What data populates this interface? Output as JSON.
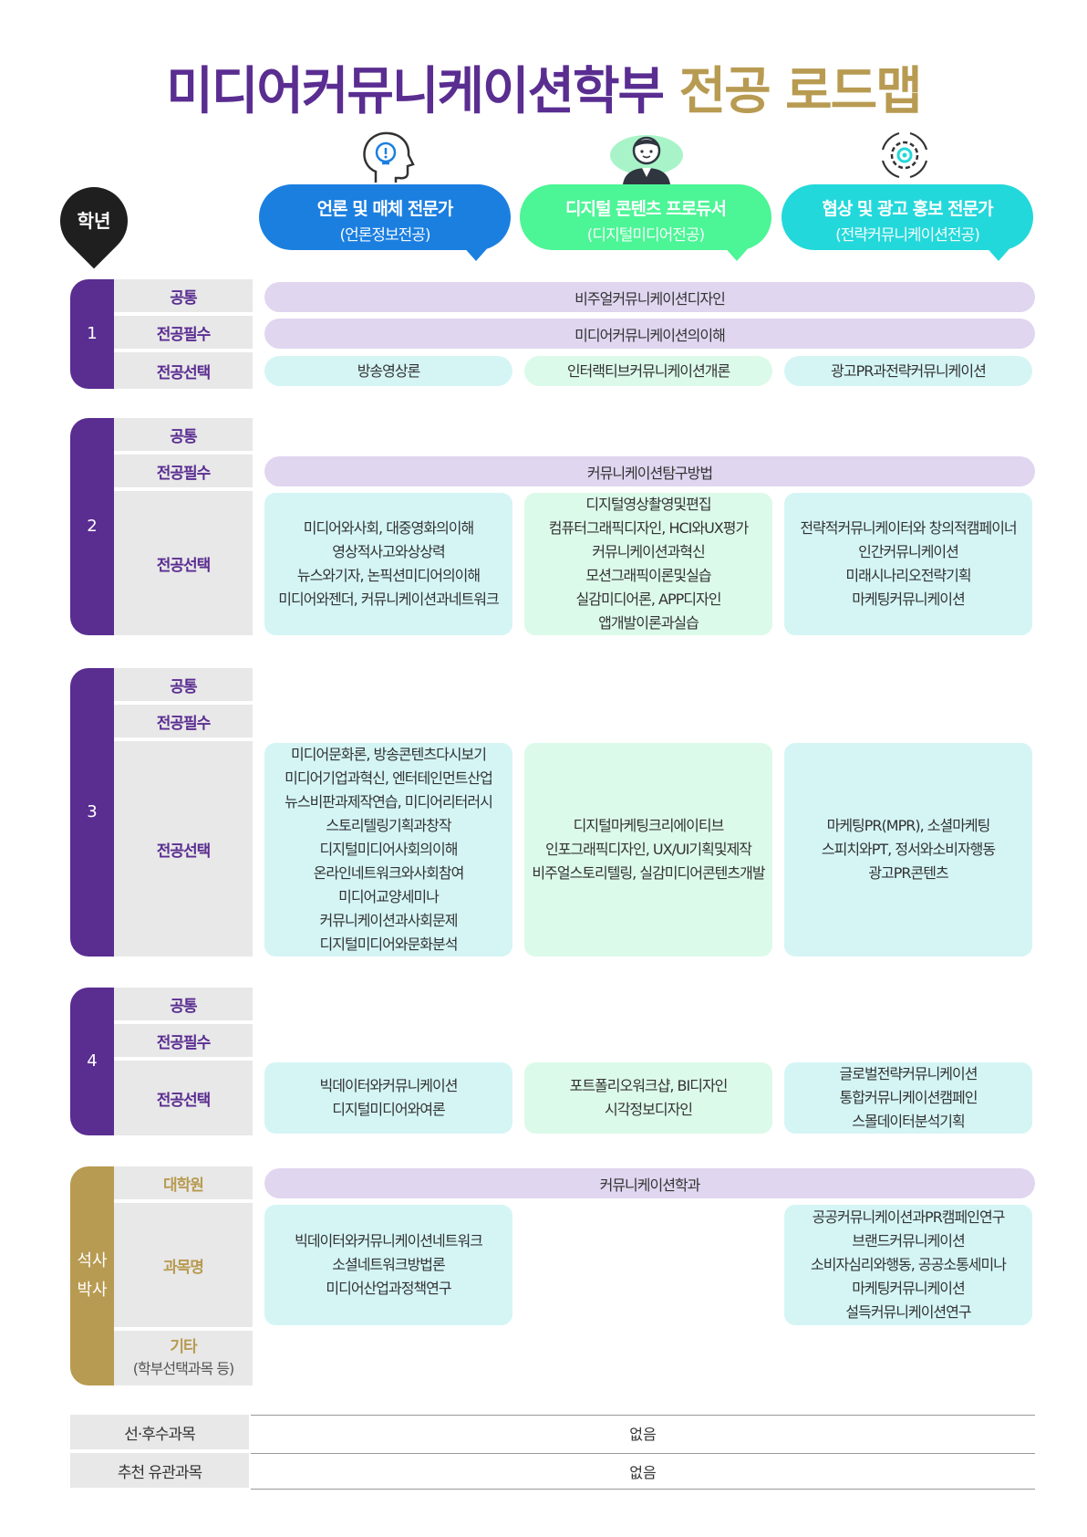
{
  "title": {
    "part1": "미디어커뮤니케이션학부",
    "part2": "전공 로드맵"
  },
  "header": {
    "grade_label": "학년",
    "tracks": [
      {
        "title": "언론 및 매체 전문가",
        "subtitle": "(언론정보전공)",
        "icon": "head-lightbulb-icon",
        "color": "#1b7fe0"
      },
      {
        "title": "디지털 콘텐츠 프로듀서",
        "subtitle": "(디지털미디어전공)",
        "icon": "person-icon",
        "color": "#4cf596"
      },
      {
        "title": "협상 및 광고 홍보 전문가",
        "subtitle": "(전략커뮤니케이션전공)",
        "icon": "gear-icon",
        "color": "#23d8da"
      }
    ]
  },
  "labels": {
    "common": "공통",
    "required": "전공필수",
    "elective": "전공선택"
  },
  "year1": {
    "number": "1",
    "common": "비주얼커뮤니케이션디자인",
    "required": "미디어커뮤니케이션의이해",
    "elective": [
      "방송영상론",
      "인터랙티브커뮤니케이션개론",
      "광고PR과전략커뮤니케이션"
    ]
  },
  "year2": {
    "number": "2",
    "required": "커뮤니케이션탐구방법",
    "elective": [
      [
        "미디어와사회, 대중영화의이해",
        "영상적사고와상상력",
        "뉴스와기자, 논픽션미디어의이해",
        "미디어와젠더, 커뮤니케이션과네트워크"
      ],
      [
        "디지털영상촬영및편집",
        "컴퓨터그래픽디자인, HCI와UX평가",
        "커뮤니케이션과혁신",
        "모션그래픽이론및실습",
        "실감미디어론, APP디자인",
        "앱개발이론과실습"
      ],
      [
        "전략적커뮤니케이터와 창의적캠페이너",
        "인간커뮤니케이션",
        "미래시나리오전략기획",
        "마케팅커뮤니케이션"
      ]
    ]
  },
  "year3": {
    "number": "3",
    "elective": [
      [
        "미디어문화론, 방송콘텐츠다시보기",
        "미디어기업과혁신, 엔터테인먼트산업",
        "뉴스비판과제작연습, 미디어리터러시",
        "스토리텔링기획과창작",
        "디지털미디어사회의이해",
        "온라인네트워크와사회참여",
        "미디어교양세미나",
        "커뮤니케이션과사회문제",
        "디지털미디어와문화분석"
      ],
      [
        "디지털마케팅크리에이티브",
        "인포그래픽디자인, UX/UI기획및제작",
        "비주얼스토리텔링, 실감미디어콘텐츠개발"
      ],
      [
        "마케팅PR(MPR), 소셜마케팅",
        "스피치와PT, 정서와소비자행동",
        "광고PR콘텐츠"
      ]
    ]
  },
  "year4": {
    "number": "4",
    "elective": [
      [
        "빅데이터와커뮤니케이션",
        "디지털미디어와여론"
      ],
      [
        "포트폴리오워크샵, BI디자인",
        "시각정보디자인"
      ],
      [
        "글로벌전략커뮤니케이션",
        "통합커뮤니케이션캠페인",
        "스몰데이터분석기획"
      ]
    ]
  },
  "grad": {
    "side_line1": "석사",
    "side_line2": "박사",
    "school_label": "대학원",
    "school_value": "커뮤니케이션학과",
    "course_label": "과목명",
    "courses": [
      [
        "빅데이터와커뮤니케이션네트워크",
        "소셜네트워크방법론",
        "미디어산업과정책연구"
      ],
      [
        "공공커뮤니케이션과PR캠페인연구",
        "브랜드커뮤니케이션",
        "소비자심리와행동, 공공소통세미나",
        "마케팅커뮤니케이션",
        "설득커뮤니케이션연구"
      ]
    ],
    "other_label": "기타",
    "other_sub": "(학부선택과목 등)"
  },
  "footer": {
    "prereq_label": "선·후수과목",
    "prereq_value": "없음",
    "related_label": "추천 유관과목",
    "related_value": "없음"
  }
}
